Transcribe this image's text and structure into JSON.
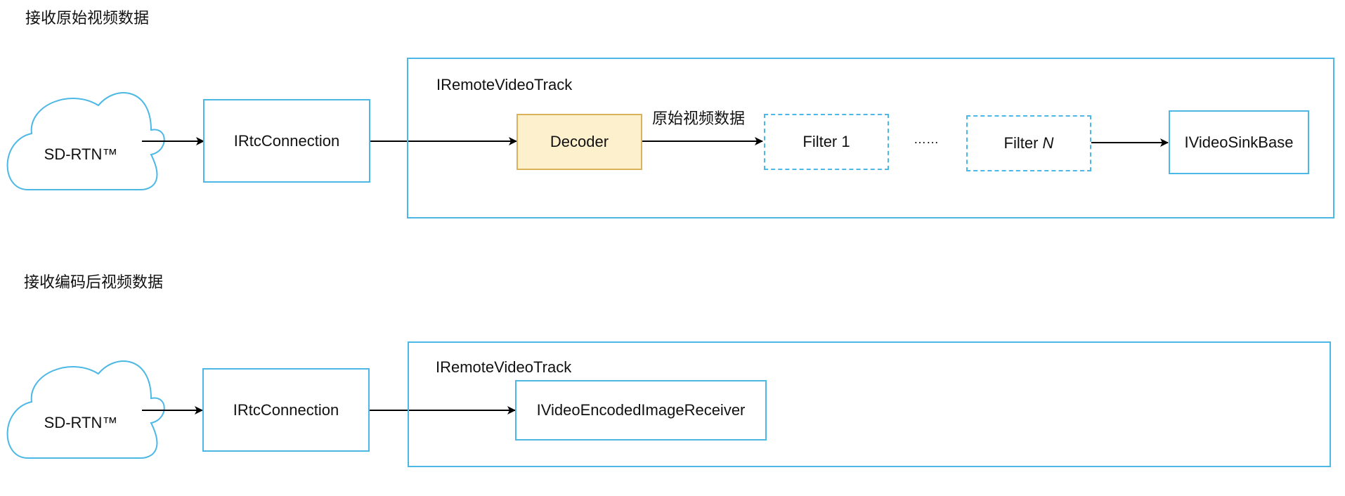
{
  "colors": {
    "box_border": "#4cb8e6",
    "decoder_fill": "#fdf0cc",
    "decoder_border": "#d9b25a",
    "arrow": "#000000"
  },
  "raw_section": {
    "title": "接收原始视频数据",
    "cloud_label": "SD-RTN™",
    "connection_label": "IRtcConnection",
    "track_label": "IRemoteVideoTrack",
    "decoder_label": "Decoder",
    "edge_label": "原始视频数据",
    "filter1_label": "Filter 1",
    "ellipsis": "……",
    "filterN_prefix": "Filter ",
    "filterN_suffix": "N",
    "sink_label": "IVideoSinkBase"
  },
  "encoded_section": {
    "title": "接收编码后视频数据",
    "cloud_label": "SD-RTN™",
    "connection_label": "IRtcConnection",
    "track_label": "IRemoteVideoTrack",
    "receiver_label": "IVideoEncodedImageReceiver"
  }
}
